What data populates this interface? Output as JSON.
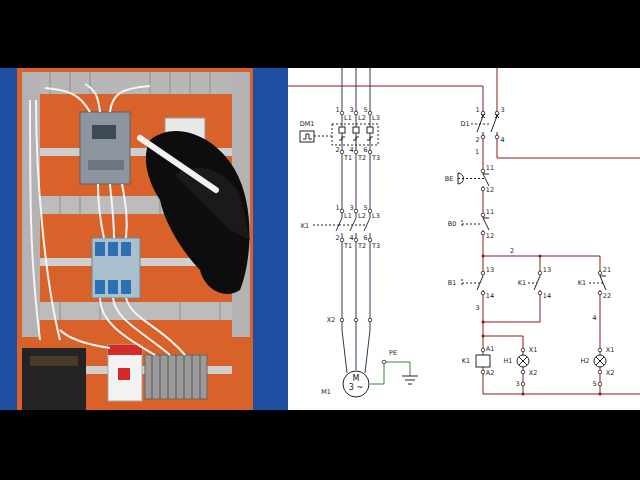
{
  "diagram": {
    "nodes": [
      {
        "text": [
          "M",
          "3 ~"
        ]
      }
    ],
    "labels": [
      "DM1",
      "1",
      "L1",
      "3",
      "L2",
      "5",
      "L3",
      "2",
      "T1",
      "4",
      "T2",
      "6",
      "T3",
      "K1",
      "1",
      "L1",
      "3",
      "L2",
      "5",
      "L3",
      "2",
      "T1",
      "4",
      "T2",
      "6",
      "T3",
      "X2",
      "M1",
      "PE",
      "D1",
      "1",
      "3",
      "2",
      "4",
      "1",
      "BE",
      "11",
      "12",
      "B0",
      "11",
      "12",
      "2",
      "B1",
      "13",
      "14",
      "3",
      "K1",
      "13",
      "14",
      "K1",
      "21",
      "22",
      "4",
      "K1",
      "A1",
      "A2",
      "H1",
      "X1",
      "X2",
      "H2",
      "X1",
      "X2",
      "3",
      "5"
    ]
  }
}
